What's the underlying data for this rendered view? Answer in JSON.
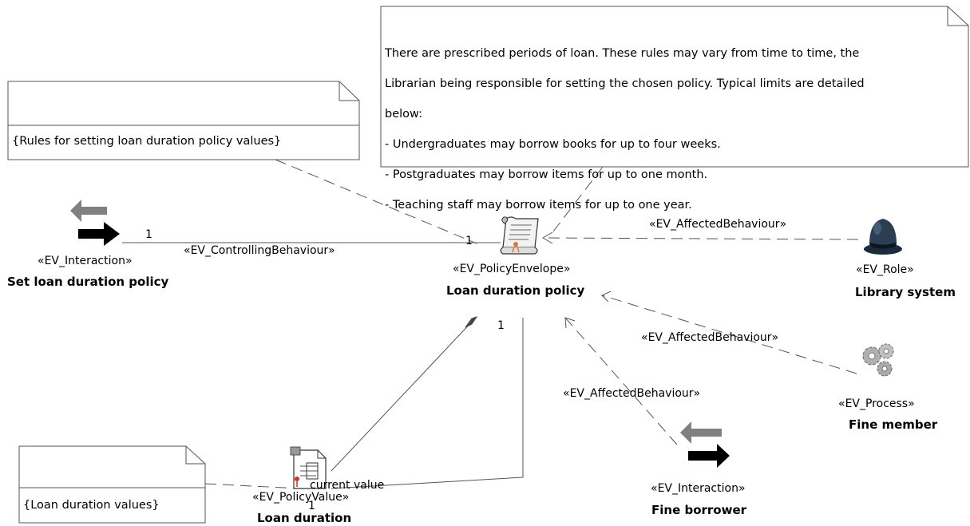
{
  "notes": {
    "policy_periods": {
      "lines": [
        "There are prescribed periods of loan. These rules may vary from time to time, the",
        "Librarian being responsible for setting the chosen policy. Typical limits are detailed",
        "below:",
        "- Undergraduates may borrow books for up to four weeks.",
        "- Postgraduates may borrow items for up to one month.",
        "- Teaching staff may borrow items for up to one year."
      ]
    },
    "rules_note": {
      "text": "{Rules for setting loan duration policy values}"
    },
    "values_note": {
      "text": "{Loan duration values}"
    }
  },
  "elements": {
    "set_policy": {
      "stereotype": "«EV_Interaction»",
      "name": "Set loan duration policy",
      "icon": "interaction-arrows-icon"
    },
    "policy": {
      "stereotype": "«EV_PolicyEnvelope»",
      "name": "Loan duration policy",
      "icon": "scroll-icon"
    },
    "library_system": {
      "stereotype": "«EV_Role»",
      "name": "Library system",
      "icon": "bowler-hat-icon"
    },
    "fine_member": {
      "stereotype": "«EV_Process»",
      "name": "Fine member",
      "icon": "gears-icon"
    },
    "fine_borrower": {
      "stereotype": "«EV_Interaction»",
      "name": "Fine borrower",
      "icon": "interaction-arrows-icon"
    },
    "loan_duration": {
      "stereotype": "«EV_PolicyValue»",
      "name": "Loan duration",
      "icon": "policy-document-icon"
    }
  },
  "connectors": {
    "controlling": {
      "label": "«EV_ControllingBehaviour»",
      "mult_source": "1",
      "mult_target": "1"
    },
    "affected_role": {
      "label": "«EV_AffectedBehaviour»"
    },
    "affected_process": {
      "label": "«EV_AffectedBehaviour»"
    },
    "affected_fine": {
      "label": "«EV_AffectedBehaviour»"
    },
    "composition": {
      "mult_top": "1"
    },
    "current_value": {
      "role": "current value",
      "mult": "1"
    }
  },
  "colors": {
    "line": "#555555",
    "note_border": "#555555",
    "arrow_black": "#000000",
    "arrow_grey": "#808080"
  }
}
